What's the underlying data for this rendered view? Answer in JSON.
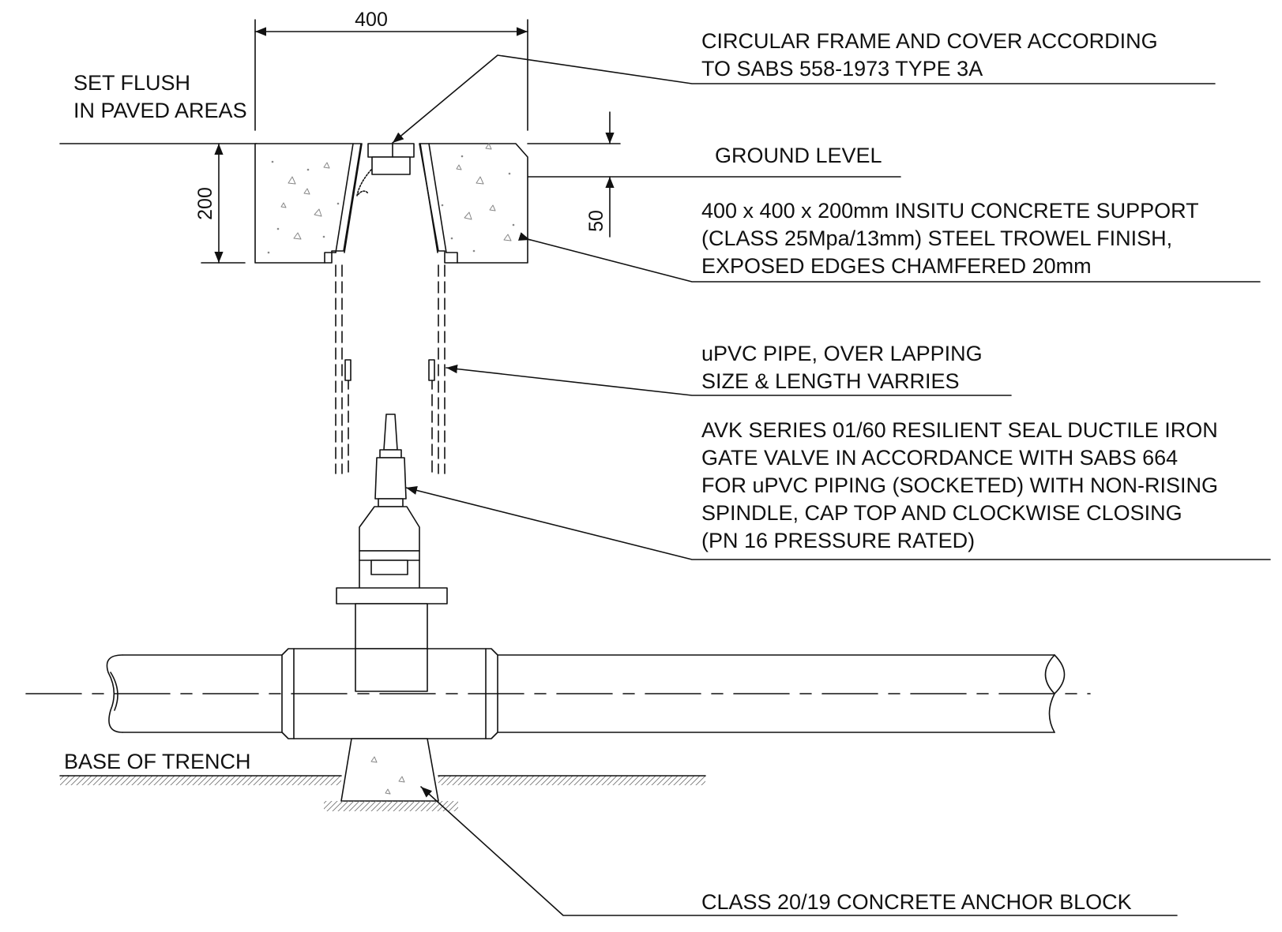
{
  "labels": {
    "set_flush": [
      "SET FLUSH",
      "IN PAVED AREAS"
    ],
    "frame_cover": [
      "CIRCULAR FRAME AND COVER ACCORDING",
      "TO SABS 558-1973 TYPE 3A"
    ],
    "ground_level": [
      "GROUND LEVEL"
    ],
    "concrete_support": [
      "400 x 400 x 200mm INSITU CONCRETE SUPPORT",
      "(CLASS 25Mpa/13mm) STEEL TROWEL FINISH,",
      "EXPOSED EDGES CHAMFERED 20mm"
    ],
    "upvc_pipe": [
      "uPVC PIPE, OVER LAPPING",
      "SIZE & LENGTH VARRIES"
    ],
    "gate_valve": [
      "AVK SERIES 01/60 RESILIENT SEAL DUCTILE IRON",
      "GATE VALVE IN ACCORDANCE WITH SABS 664",
      "FOR uPVC PIPING (SOCKETED) WITH NON-RISING",
      "SPINDLE, CAP TOP AND CLOCKWISE CLOSING",
      "(PN 16 PRESSURE RATED)"
    ],
    "base_trench": [
      "BASE OF TRENCH"
    ],
    "anchor_block": [
      "CLASS 20/19 CONCRETE ANCHOR BLOCK"
    ]
  },
  "dimensions": {
    "width": "400",
    "height": "200",
    "offset": "50"
  }
}
